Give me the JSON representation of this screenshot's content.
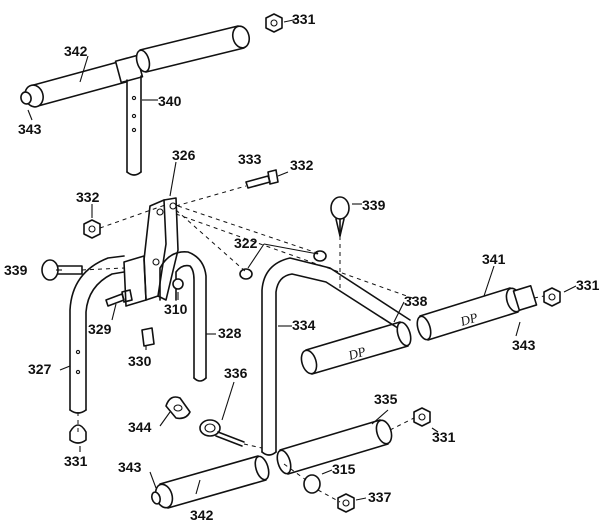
{
  "callouts": {
    "c331_top": "331",
    "c342_top": "342",
    "c343_top": "343",
    "c340": "340",
    "c326": "326",
    "c333": "333",
    "c332_right": "332",
    "c332_left": "332",
    "c339_right": "339",
    "c322": "322",
    "c341": "341",
    "c331_right": "331",
    "c339_left": "339",
    "c338": "338",
    "c343_right": "343",
    "c329": "329",
    "c310": "310",
    "c334": "334",
    "c327": "327",
    "c328": "328",
    "c330": "330",
    "c336": "336",
    "c335": "335",
    "c344": "344",
    "c331_mid": "331",
    "c331_left": "331",
    "c343_bottom": "343",
    "c315": "315",
    "c337": "337",
    "c342_bottom": "342"
  },
  "roller_marks": {
    "dp_left": "DP",
    "dp_right": "DP"
  }
}
